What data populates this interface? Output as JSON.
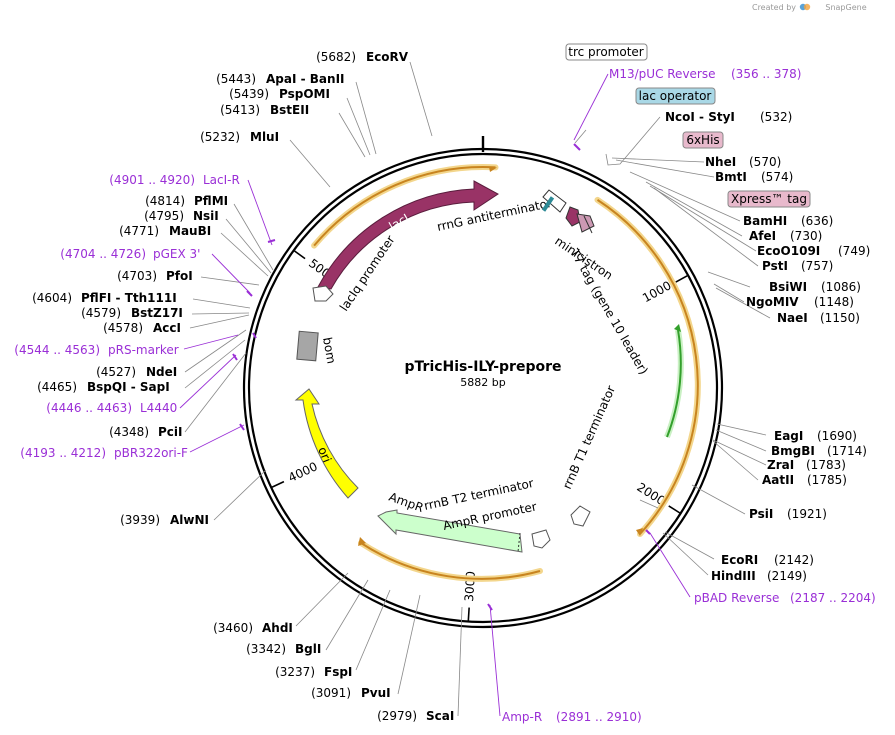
{
  "credit": {
    "created_by": "Created by",
    "brand": "SnapGene"
  },
  "plasmid": {
    "name": "pTricHis-ILY-prepore",
    "size": "5882 bp",
    "length": 5882
  },
  "ticks": [
    {
      "pos": 1000,
      "label": "1000"
    },
    {
      "pos": 2000,
      "label": "2000"
    },
    {
      "pos": 3000,
      "label": "3000"
    },
    {
      "pos": 4000,
      "label": "4000"
    },
    {
      "pos": 5000,
      "label": "5000"
    }
  ],
  "sites": [
    {
      "num": "(5682)",
      "name": "EcoRV",
      "pos": 5682
    },
    {
      "num": "(5443)",
      "name": "ApaI - BanII",
      "pos": 5443
    },
    {
      "num": "(5439)",
      "name": "PspOMI",
      "pos": 5439
    },
    {
      "num": "(5413)",
      "name": "BstEII",
      "pos": 5413
    },
    {
      "num": "(5232)",
      "name": "MluI",
      "pos": 5232
    },
    {
      "num": "(4814)",
      "name": "PflMI",
      "pos": 4814
    },
    {
      "num": "(4795)",
      "name": "NsiI",
      "pos": 4795
    },
    {
      "num": "(4771)",
      "name": "MauBI",
      "pos": 4771
    },
    {
      "num": "(4703)",
      "name": "PfoI",
      "pos": 4703
    },
    {
      "num": "(4604)",
      "name": "PflFI - Tth111I",
      "pos": 4604
    },
    {
      "num": "(4579)",
      "name": "BstZ17I",
      "pos": 4579
    },
    {
      "num": "(4578)",
      "name": "AccI",
      "pos": 4578
    },
    {
      "num": "(4527)",
      "name": "NdeI",
      "pos": 4527
    },
    {
      "num": "(4465)",
      "name": "BspQI - SapI",
      "pos": 4465
    },
    {
      "num": "(4348)",
      "name": "PciI",
      "pos": 4348
    },
    {
      "num": "(3939)",
      "name": "AlwNI",
      "pos": 3939
    },
    {
      "num": "(3460)",
      "name": "AhdI",
      "pos": 3460
    },
    {
      "num": "(3342)",
      "name": "BglI",
      "pos": 3342
    },
    {
      "num": "(3237)",
      "name": "FspI",
      "pos": 3237
    },
    {
      "num": "(3091)",
      "name": "PvuI",
      "pos": 3091
    },
    {
      "num": "(2979)",
      "name": "ScaI",
      "pos": 2979
    },
    {
      "num": "(532)",
      "name": "NcoI - StyI",
      "pos": 532
    },
    {
      "num": "(570)",
      "name": "NheI",
      "pos": 570
    },
    {
      "num": "(574)",
      "name": "BmtI",
      "pos": 574
    },
    {
      "num": "(636)",
      "name": "BamHI",
      "pos": 636
    },
    {
      "num": "(730)",
      "name": "AfeI",
      "pos": 730
    },
    {
      "num": "(749)",
      "name": "EcoO109I",
      "pos": 749
    },
    {
      "num": "(757)",
      "name": "PstI",
      "pos": 757
    },
    {
      "num": "(1086)",
      "name": "BsiWI",
      "pos": 1086
    },
    {
      "num": "(1148)",
      "name": "NgoMIV",
      "pos": 1148
    },
    {
      "num": "(1150)",
      "name": "NaeI",
      "pos": 1150
    },
    {
      "num": "(1690)",
      "name": "EagI",
      "pos": 1690
    },
    {
      "num": "(1714)",
      "name": "BmgBI",
      "pos": 1714
    },
    {
      "num": "(1783)",
      "name": "ZraI",
      "pos": 1783
    },
    {
      "num": "(1785)",
      "name": "AatII",
      "pos": 1785
    },
    {
      "num": "(1921)",
      "name": "PsiI",
      "pos": 1921
    },
    {
      "num": "(2142)",
      "name": "EcoRI",
      "pos": 2142
    },
    {
      "num": "(2149)",
      "name": "HindIII",
      "pos": 2149
    }
  ],
  "primers": [
    {
      "name": "LacI-R",
      "range": "(4901 .. 4920)"
    },
    {
      "name": "pGEX 3'",
      "range": "(4704 .. 4726)"
    },
    {
      "name": "pRS-marker",
      "range": "(4544 .. 4563)"
    },
    {
      "name": "L4440",
      "range": "(4446 .. 4463)"
    },
    {
      "name": "pBR322ori-F",
      "range": "(4193 .. 4212)"
    },
    {
      "name": "M13/pUC Reverse",
      "range": "(356 .. 378)"
    },
    {
      "name": "pBAD Reverse",
      "range": "(2187 .. 2204)"
    },
    {
      "name": "Amp-R",
      "range": "(2891 .. 2910)"
    }
  ],
  "boxed_features": [
    {
      "name": "trc promoter",
      "color": "#ffffff"
    },
    {
      "name": "lac operator",
      "color": "#a9d8e6"
    },
    {
      "name": "6xHis",
      "color": "#e8b9cc"
    },
    {
      "name": "Xpress™ tag",
      "color": "#e8b9cc"
    }
  ],
  "features": [
    {
      "name": "lacI",
      "color": "#993366"
    },
    {
      "name": "lacIq promoter",
      "color": "#ffffff"
    },
    {
      "name": "rrnG antiterminator",
      "color": "#ffffff"
    },
    {
      "name": "T7 tag (gene 10 leader)",
      "color": "#cc99b3"
    },
    {
      "name": "minicistron",
      "color": "#cc99b3"
    },
    {
      "name": "rrnB T1 terminator",
      "color": "#ffffff"
    },
    {
      "name": "rrnB T2 terminator",
      "color": "#ffffff"
    },
    {
      "name": "AmpR",
      "color": "#ccffcc"
    },
    {
      "name": "AmpR promoter",
      "color": "#ffffff"
    },
    {
      "name": "ori",
      "color": "#ffff00"
    },
    {
      "name": "bom",
      "color": "#a6a6a6"
    }
  ],
  "colors": {
    "enzyme": "#000000",
    "primer": "#9a2fd6",
    "orf_arc": "#c8841f",
    "orf_glow": "#f3d68c",
    "green_arc": "#33a02c"
  }
}
